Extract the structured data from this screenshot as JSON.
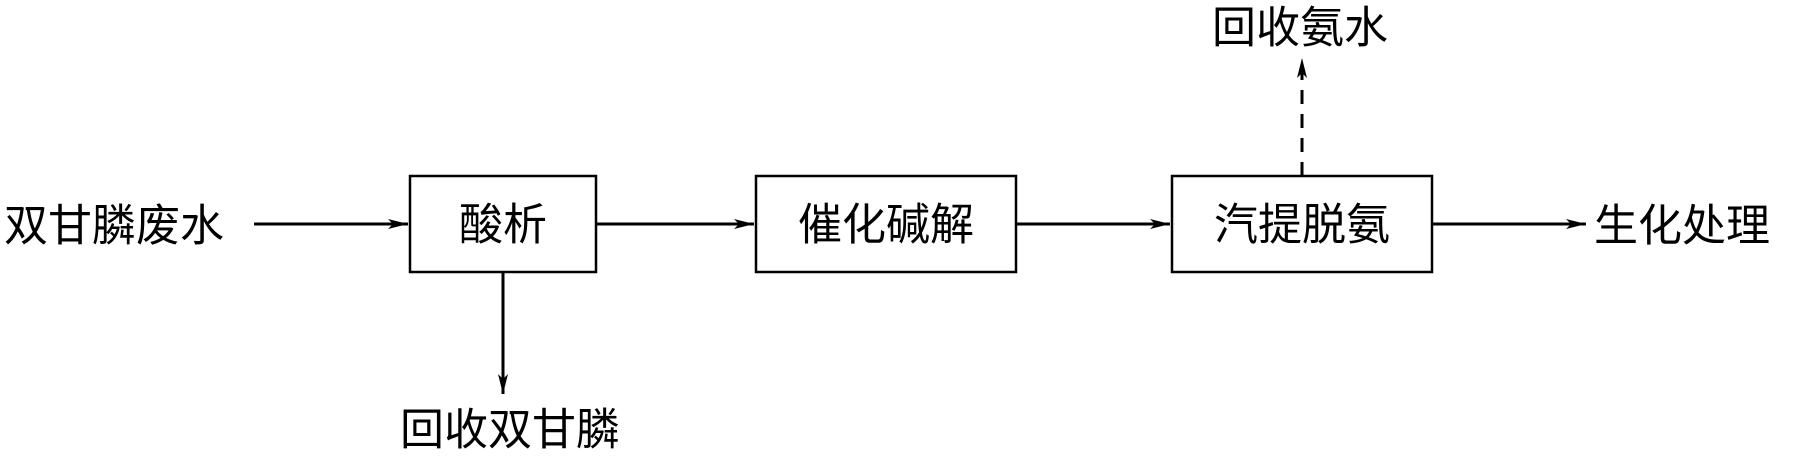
{
  "diagram": {
    "input": "双甘膦废水",
    "steps": [
      "酸析",
      "催化碱解",
      "汽提脱氨"
    ],
    "output": "生化处理",
    "byproducts": {
      "step1": "回收双甘膦",
      "step3": "回收氨水"
    }
  },
  "colors": {
    "line": "#000000",
    "background": "#ffffff"
  }
}
